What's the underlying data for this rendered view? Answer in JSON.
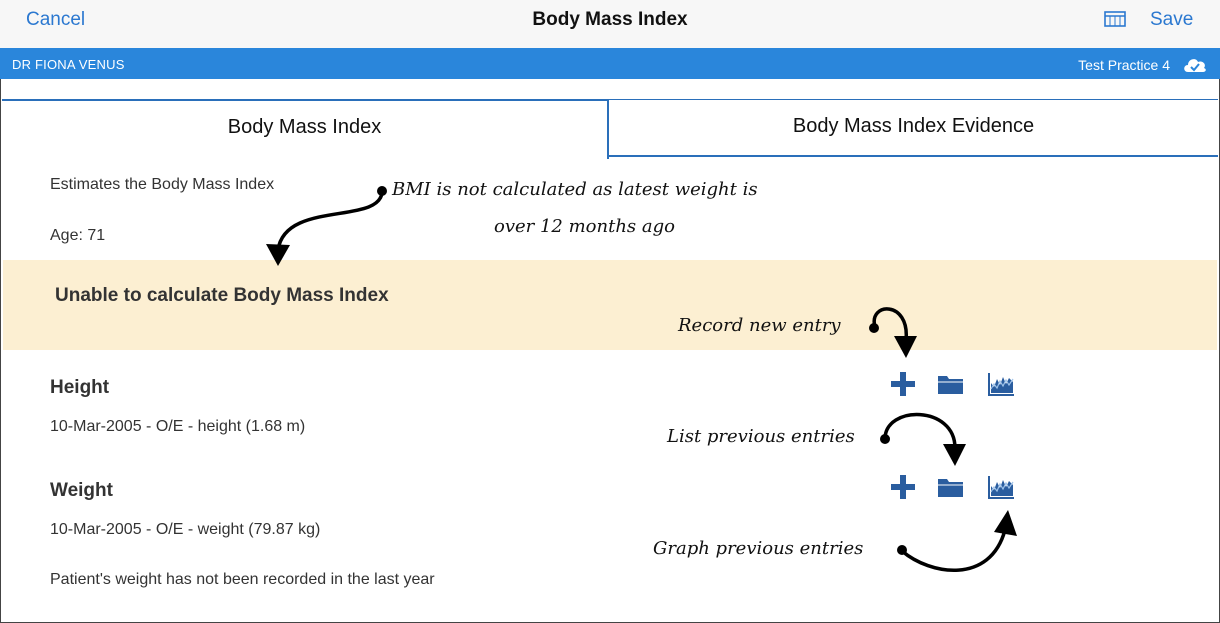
{
  "navbar": {
    "cancel_label": "Cancel",
    "title": "Body Mass Index",
    "save_label": "Save",
    "calendar_icon": "calendar-icon"
  },
  "status_bar": {
    "doctor": "DR FIONA VENUS",
    "practice": "Test Practice 4",
    "sync_icon": "cloud-check-icon"
  },
  "tabs": [
    {
      "label": "Body Mass Index",
      "active": true
    },
    {
      "label": "Body Mass Index Evidence",
      "active": false
    }
  ],
  "content": {
    "description": "Estimates the Body Mass Index",
    "age": "Age: 71",
    "banner": "Unable to calculate Body Mass Index",
    "height": {
      "title": "Height",
      "entry": "10-Mar-2005 - O/E - height (1.68 m)"
    },
    "weight": {
      "title": "Weight",
      "entry": "10-Mar-2005 - O/E - weight (79.87 kg)",
      "note": "Patient's weight has not been recorded in the last year"
    }
  },
  "annotations": {
    "bmi_line1": "BMI is not calculated as latest weight is",
    "bmi_line2": "over 12 months ago",
    "record": "Record new entry",
    "list": "List previous entries",
    "graph": "Graph previous entries"
  },
  "colors": {
    "accent": "#2b78d0",
    "status_bar": "#2a86db",
    "banner": "#fcefd2",
    "icon": "#2a5d9f"
  }
}
